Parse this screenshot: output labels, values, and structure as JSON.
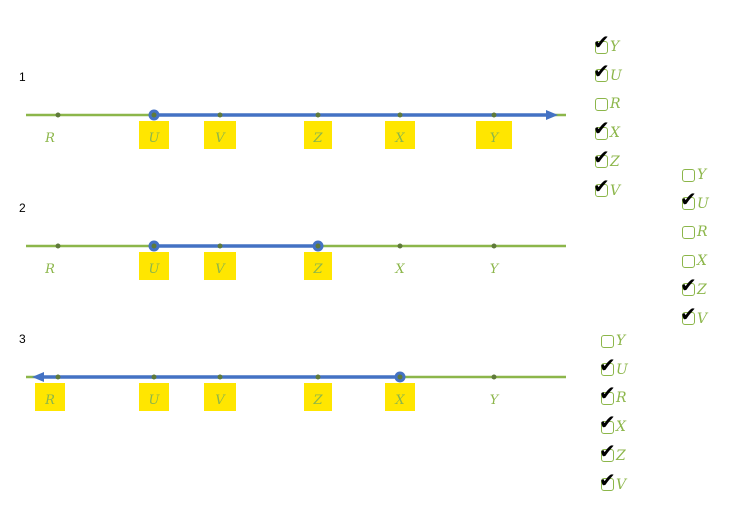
{
  "rows": [
    {
      "number": "1",
      "points": [
        "R",
        "U",
        "V",
        "Z",
        "X",
        "Y"
      ],
      "highlighted": [
        "U",
        "V",
        "Z",
        "X",
        "Y"
      ],
      "ray": {
        "type": "ray-right",
        "from": "U"
      }
    },
    {
      "number": "2",
      "points": [
        "R",
        "U",
        "V",
        "Z",
        "X",
        "Y"
      ],
      "highlighted": [
        "U",
        "V",
        "Z"
      ],
      "ray": {
        "type": "segment",
        "from": "U",
        "to": "Z"
      }
    },
    {
      "number": "3",
      "points": [
        "R",
        "U",
        "V",
        "Z",
        "X",
        "Y"
      ],
      "highlighted": [
        "R",
        "U",
        "V",
        "Z",
        "X"
      ],
      "ray": {
        "type": "ray-left",
        "from": "X"
      }
    }
  ],
  "checklists": [
    {
      "items": [
        {
          "label": "Y",
          "checked": true
        },
        {
          "label": "U",
          "checked": true
        },
        {
          "label": "R",
          "checked": false
        },
        {
          "label": "X",
          "checked": true
        },
        {
          "label": "Z",
          "checked": true
        },
        {
          "label": "V",
          "checked": true
        }
      ]
    },
    {
      "items": [
        {
          "label": "Y",
          "checked": false
        },
        {
          "label": "U",
          "checked": true
        },
        {
          "label": "R",
          "checked": false
        },
        {
          "label": "X",
          "checked": false
        },
        {
          "label": "Z",
          "checked": true
        },
        {
          "label": "V",
          "checked": true
        }
      ]
    },
    {
      "items": [
        {
          "label": "Y",
          "checked": false
        },
        {
          "label": "U",
          "checked": true
        },
        {
          "label": "R",
          "checked": true
        },
        {
          "label": "X",
          "checked": true
        },
        {
          "label": "Z",
          "checked": true
        },
        {
          "label": "V",
          "checked": true
        }
      ]
    }
  ],
  "colors": {
    "line": "#8cb64a",
    "ray": "#4472c4",
    "highlight": "#ffe600",
    "tick": "#000000"
  }
}
